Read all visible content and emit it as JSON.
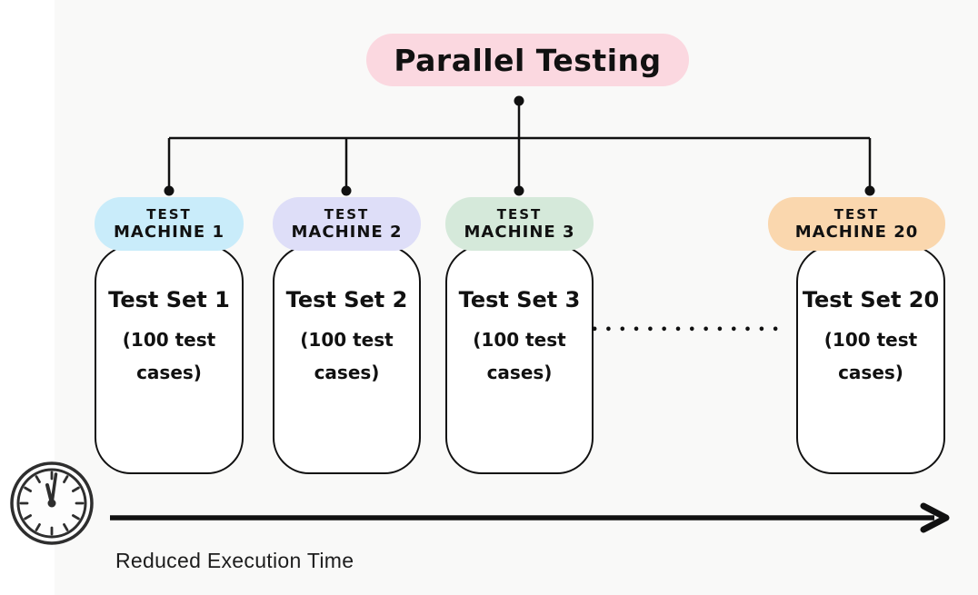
{
  "colors": {
    "background": "#F9F9F8",
    "left_strip": "#FFFFFF",
    "line": "#111111",
    "title_bg": "#FBD8E0",
    "machine1_bg": "#C9ECFA",
    "machine2_bg": "#DEDEF8",
    "machine3_bg": "#D5E9DA",
    "machine20_bg": "#FAD7AE",
    "box_bg": "#FFFFFF",
    "text": "#111111"
  },
  "title": {
    "label": "Parallel Testing"
  },
  "machines": [
    {
      "name_top": "TEST",
      "name_bottom": "MACHINE 1",
      "color": "#C9ECFA",
      "set_title": "Test Set 1",
      "set_line2": "(100 test",
      "set_line3": "cases)"
    },
    {
      "name_top": "TEST",
      "name_bottom": "MACHINE 2",
      "color": "#DEDEF8",
      "set_title": "Test Set 2",
      "set_line2": "(100 test",
      "set_line3": "cases)"
    },
    {
      "name_top": "TEST",
      "name_bottom": "MACHINE 3",
      "color": "#D5E9DA",
      "set_title": "Test Set 3",
      "set_line2": "(100 test",
      "set_line3": "cases)"
    },
    {
      "name_top": "TEST",
      "name_bottom": "MACHINE 20",
      "color": "#FAD7AE",
      "set_title": "Test Set 20",
      "set_line2": "(100 test",
      "set_line3": "cases)"
    }
  ],
  "ellipsis": "••••••••••••••••••",
  "timeline": {
    "label": "Reduced Execution Time"
  },
  "icons": {
    "clock": "clock-icon"
  }
}
